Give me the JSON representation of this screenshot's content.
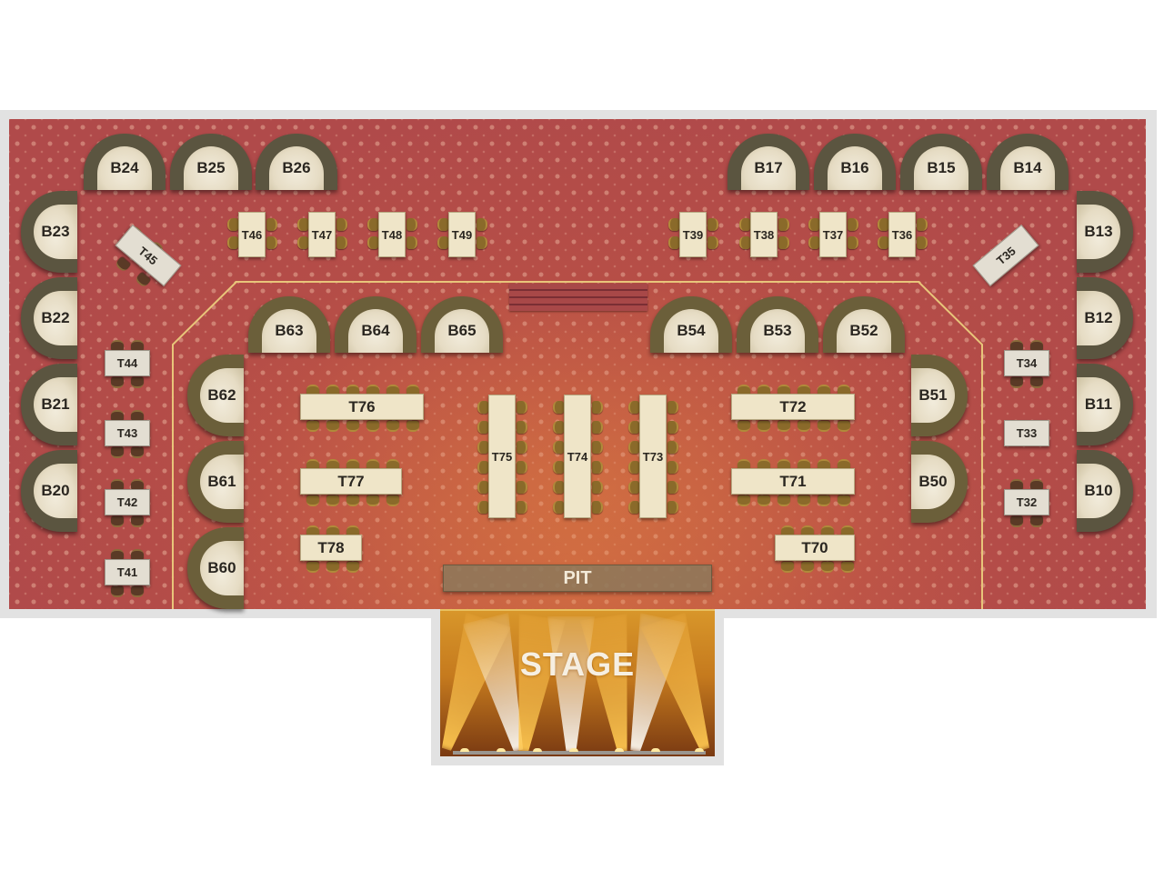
{
  "colors": {
    "carpet": "#b04a4a",
    "inner_border": "#e8c57a",
    "booth_frame": "#5b5540",
    "table_top": "#efe5c8",
    "stage": "#d8962a"
  },
  "areas": {
    "pit_label": "PIT",
    "stage_label": "STAGE"
  },
  "booths": {
    "top_left": [
      "B24",
      "B25",
      "B26"
    ],
    "top_right": [
      "B17",
      "B16",
      "B15",
      "B14"
    ],
    "left_wall": [
      "B23",
      "B22",
      "B21",
      "B20"
    ],
    "right_wall": [
      "B13",
      "B12",
      "B11",
      "B10"
    ],
    "inner_top_left": [
      "B63",
      "B64",
      "B65"
    ],
    "inner_top_right": [
      "B54",
      "B53",
      "B52"
    ],
    "inner_left": [
      "B62",
      "B61",
      "B60"
    ],
    "inner_right": [
      "B51",
      "B50"
    ]
  },
  "tables": {
    "upper_left_row": [
      "T46",
      "T47",
      "T48",
      "T49"
    ],
    "upper_right_row": [
      "T39",
      "T38",
      "T37",
      "T36"
    ],
    "diagonal_left": "T45",
    "diagonal_right": "T35",
    "left_column": [
      "T44",
      "T43",
      "T42",
      "T41"
    ],
    "right_column": [
      "T34",
      "T33",
      "T32"
    ],
    "inner_left_long": [
      "T76",
      "T77",
      "T78"
    ],
    "inner_right_long": [
      "T72",
      "T71",
      "T70"
    ],
    "inner_center_vertical": [
      "T75",
      "T74",
      "T73"
    ]
  }
}
